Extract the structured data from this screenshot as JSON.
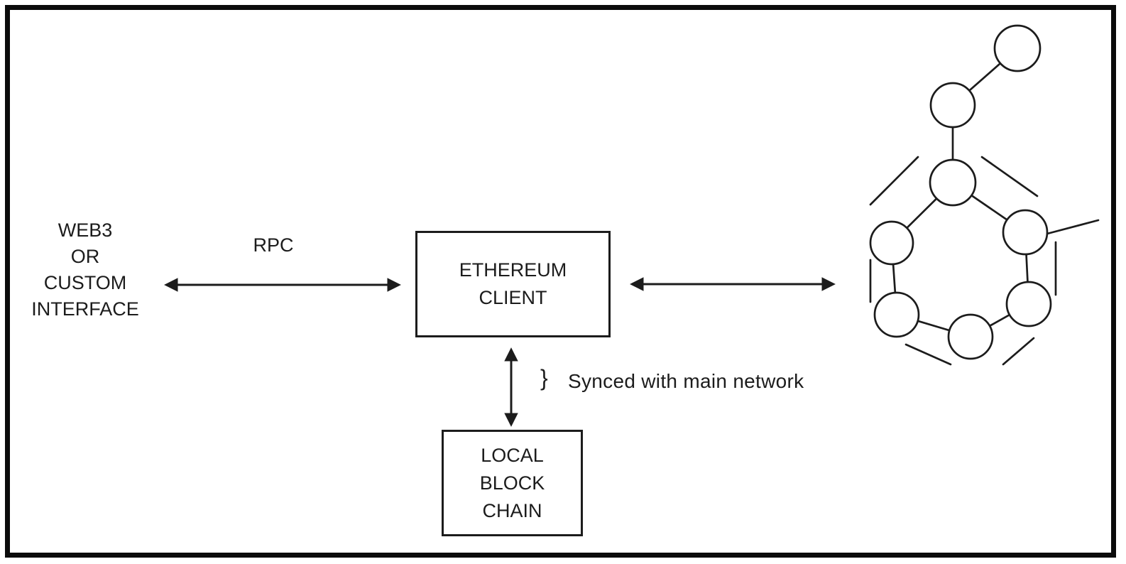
{
  "diagram": {
    "web3_interface": {
      "label": "WEB3\nOR\nCUSTOM\nINTERFACE"
    },
    "rpc_link": {
      "label": "RPC"
    },
    "ethereum_client": {
      "label": "ETHEREUM\nCLIENT"
    },
    "local_blockchain": {
      "label": "LOCAL\nBLOCK\nCHAIN"
    },
    "sync_note": {
      "brace": "}",
      "label": "Synced with main network"
    },
    "main_network": {
      "icon": "node-network-graph",
      "node_count": 8
    },
    "colors": {
      "line": "#1c1c1c",
      "frame": "#0b0b0b",
      "background": "#ffffff"
    }
  }
}
